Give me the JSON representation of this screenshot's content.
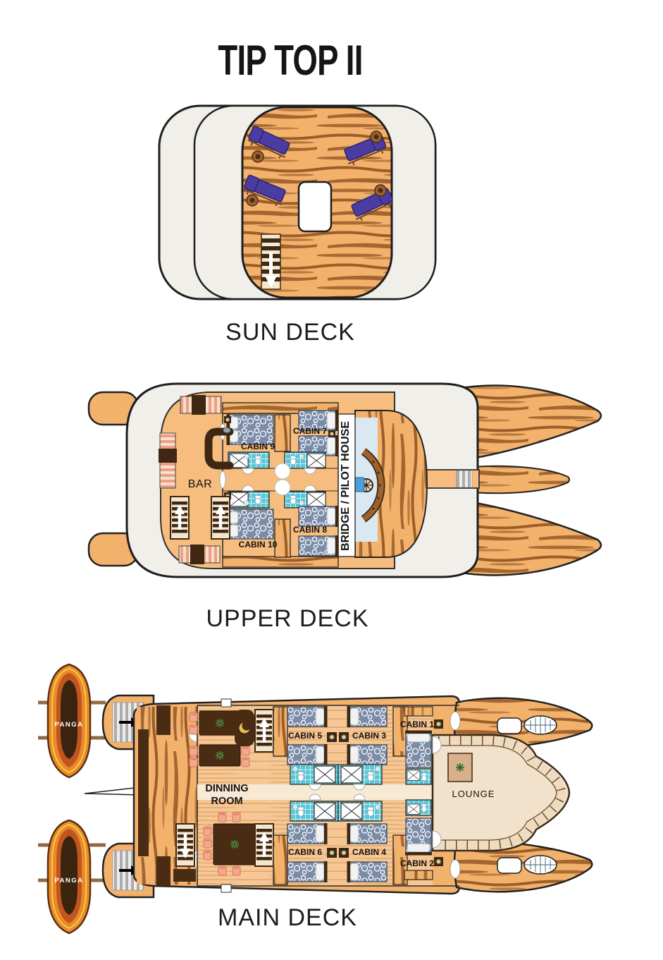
{
  "title": "TIP TOP II",
  "sun_deck": {
    "label": "SUN DECK"
  },
  "upper_deck": {
    "label": "UPPER DECK",
    "bar_label": "BAR",
    "bridge_label": "BRIDGE / PILOT HOUSE",
    "cabins": [
      {
        "label": "CABIN 7"
      },
      {
        "label": "CABIN 9"
      },
      {
        "label": "CABIN 8"
      },
      {
        "label": "CABIN 10"
      }
    ]
  },
  "main_deck": {
    "label": "MAIN DECK",
    "dining_room_line1": "DINNING",
    "dining_room_line2": "ROOM",
    "lounge_label": "LOUNGE",
    "panga_label": "PANGA",
    "cabins": [
      {
        "label": "CABIN 5"
      },
      {
        "label": "CABIN 3"
      },
      {
        "label": "CABIN 1"
      },
      {
        "label": "CABIN 6"
      },
      {
        "label": "CABIN 4"
      },
      {
        "label": "CABIN 2"
      }
    ]
  },
  "colors": {
    "deck_wood": "#F3B26C",
    "deck_floor": "#F6BD7E",
    "wood_grain": "#9C5E29",
    "superstructure_white": "#F1EFEA",
    "bathroom_teal": "#5BC6D6",
    "bed_fabric": "#7A8CA8",
    "furniture_dark": "#3E2713",
    "bench_stripe": "#EC9E86",
    "panga_orange": "#E98A2E",
    "bridge_floor_blue": "#D9E8F1",
    "lounge_cream": "#F2E2CC",
    "lounger_purple": "#4A3CA0"
  }
}
